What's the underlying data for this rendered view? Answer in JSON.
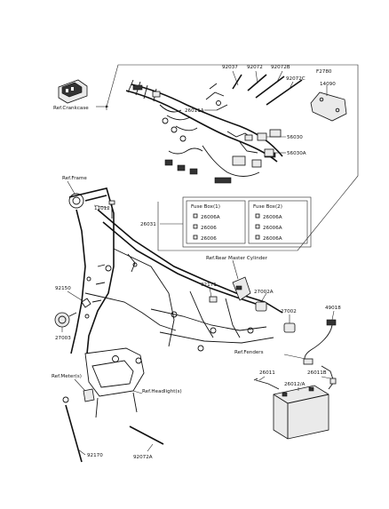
{
  "title": "",
  "part_numbers": {
    "p92037": "92037",
    "p92072": "92072",
    "p92072b": "92072B",
    "p92072c": "92072C",
    "pf2780": "F2780",
    "p14090": "14090",
    "p26011a": "26011A",
    "p56030": "56030",
    "p56030a": "56030A",
    "p26031": "26031",
    "p11012": "11012",
    "p92150": "92150",
    "p27003": "27003",
    "p92171": "92171",
    "p27002a": "27002A",
    "p27002": "27002",
    "p49018": "49018",
    "p26011": "26011",
    "p26011b": "26011B",
    "p26012a": "26012/A",
    "p92170": "92170",
    "p92072a": "92072A"
  },
  "references": {
    "crankcase": "Ref.Crankcase",
    "frame": "Ref.Frame",
    "rear_master_cylinder": "Ref.Rear Master Cylinder",
    "fenders": "Ref.Fenders",
    "meters": "Ref.Meter(s)",
    "headlights": "Ref.Headlight(s)"
  },
  "fuse_box_1": {
    "title": "Fuse Box(1)",
    "items": [
      "26006A",
      "26006",
      "26006"
    ]
  },
  "fuse_box_2": {
    "title": "Fuse Box(2)",
    "items": [
      "26006A",
      "26006A",
      "26006A"
    ]
  }
}
